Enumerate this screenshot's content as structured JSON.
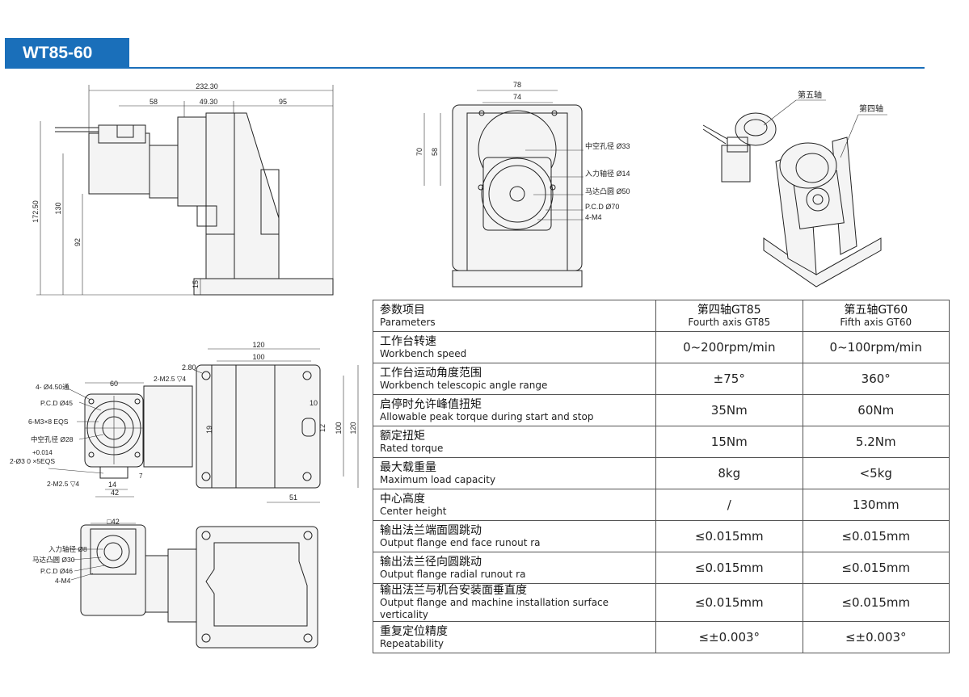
{
  "model": "WT85-60",
  "drawings": {
    "side_view": {
      "dims": [
        "232.30",
        "58",
        "49.30",
        "95",
        "172.50",
        "130",
        "92",
        "15"
      ]
    },
    "front_view": {
      "dims": [
        "78",
        "74",
        "70",
        "58"
      ],
      "callouts": [
        "中空孔径 Ø33",
        "入力轴径 Ø14",
        "马达凸圆 Ø50",
        "P.C.D Ø70",
        "4-M4"
      ]
    },
    "iso_view": {
      "labels": [
        "第五轴",
        "第四轴"
      ]
    },
    "end_view": {
      "callouts": [
        "4- Ø4.50通",
        "P.C.D Ø45",
        "6-M3×8 EQS",
        "中空孔径 Ø28",
        "+0.014",
        "2-Ø3   0      ×5EQS",
        "2-M2.5 ▽4"
      ],
      "dims": [
        "60",
        "14",
        "42",
        "7"
      ]
    },
    "top_view": {
      "dims": [
        "2.80",
        "120",
        "100",
        "120",
        "100",
        "10",
        "12",
        "19",
        "51"
      ],
      "callouts": [
        "2-M2.5 ▽4"
      ]
    },
    "bottom_view": {
      "dims": [
        "□42"
      ],
      "callouts": [
        "入力轴径 Ø8",
        "马达凸圆 Ø30",
        "P.C.D Ø46",
        "4-M4"
      ]
    }
  },
  "table": {
    "header": {
      "param_cn": "参数项目",
      "param_en": "Parameters",
      "col1_cn": "第四轴GT85",
      "col1_en": "Fourth axis GT85",
      "col2_cn": "第五轴GT60",
      "col2_en": "Fifth axis GT60"
    },
    "rows": [
      {
        "cn": "工作台转速",
        "en": "Workbench speed",
        "v1": "0~200rpm/min",
        "v2": "0~100rpm/min"
      },
      {
        "cn": "工作台运动角度范围",
        "en": "Workbench telescopic angle range",
        "v1": "±75°",
        "v2": "360°"
      },
      {
        "cn": "启停时允许峰值扭矩",
        "en": "Allowable peak torque during start and stop",
        "v1": "35Nm",
        "v2": "60Nm"
      },
      {
        "cn": "额定扭矩",
        "en": "Rated torque",
        "v1": "15Nm",
        "v2": "5.2Nm"
      },
      {
        "cn": "最大载重量",
        "en": "Maximum load capacity",
        "v1": "8kg",
        "v2": "<5kg"
      },
      {
        "cn": "中心高度",
        "en": "Center height",
        "v1": "/",
        "v2": "130mm"
      },
      {
        "cn": "输出法兰端面圆跳动",
        "en": "Output flange end face runout ra",
        "v1": "≤0.015mm",
        "v2": "≤0.015mm"
      },
      {
        "cn": "输出法兰径向圆跳动",
        "en": "Output flange radial runout ra",
        "v1": "≤0.015mm",
        "v2": "≤0.015mm"
      },
      {
        "cn": "输出法兰与机台安装面垂直度",
        "en": "Output flange and machine installation surface verticality",
        "v1": "≤0.015mm",
        "v2": "≤0.015mm"
      },
      {
        "cn": "重复定位精度",
        "en": "Repeatability",
        "v1": "≤±0.003°",
        "v2": "≤±0.003°"
      }
    ]
  },
  "colors": {
    "accent": "#1a6fba"
  }
}
